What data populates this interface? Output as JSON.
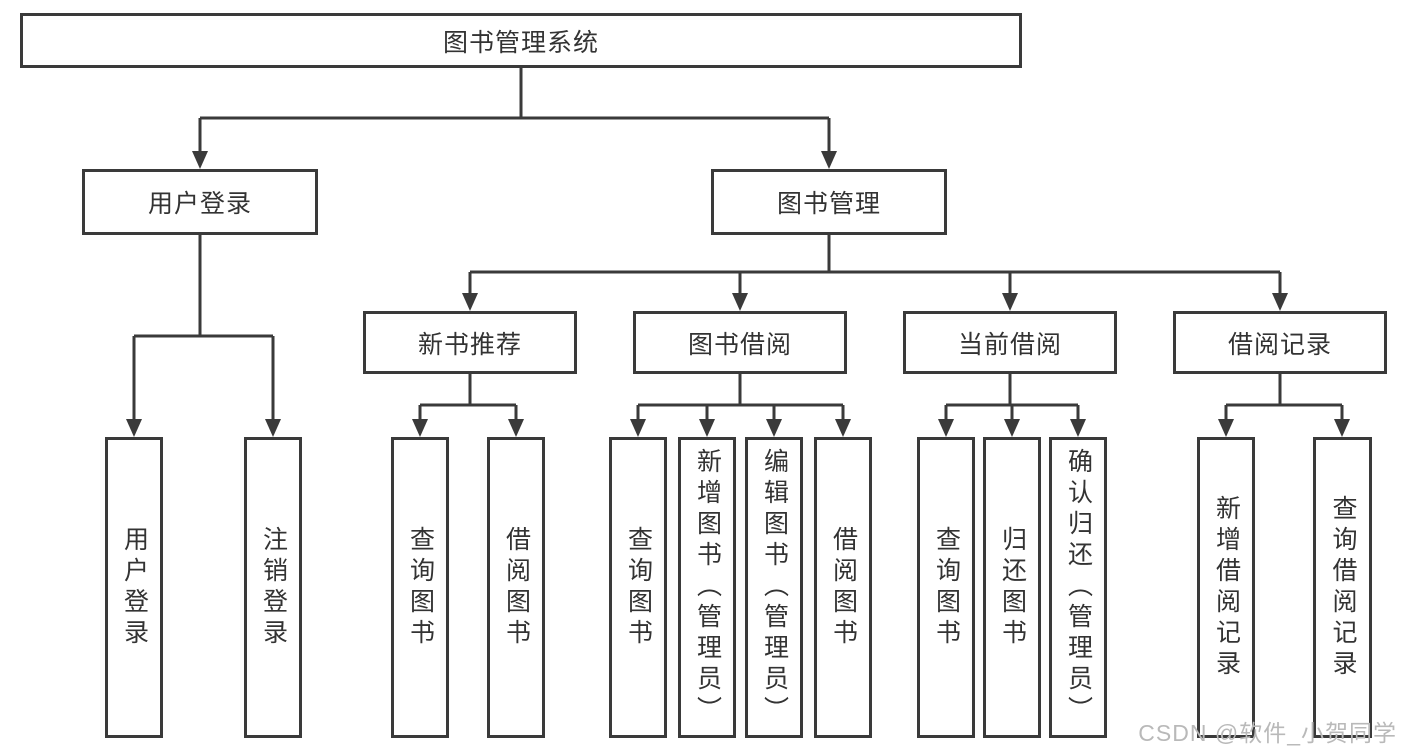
{
  "diagram": {
    "root": {
      "label": "图书管理系统"
    },
    "branches": [
      {
        "label": "用户登录",
        "children": [
          {
            "label": "用户登录"
          },
          {
            "label": "注销登录"
          }
        ]
      },
      {
        "label": "图书管理",
        "children": [
          {
            "label": "新书推荐",
            "children": [
              {
                "label": "查询图书"
              },
              {
                "label": "借阅图书"
              }
            ]
          },
          {
            "label": "图书借阅",
            "children": [
              {
                "label": "查询图书"
              },
              {
                "label": "新增图书（管理员）"
              },
              {
                "label": "编辑图书（管理员）"
              },
              {
                "label": "借阅图书"
              }
            ]
          },
          {
            "label": "当前借阅",
            "children": [
              {
                "label": "查询图书"
              },
              {
                "label": "归还图书"
              },
              {
                "label": "确认归还（管理员）"
              }
            ]
          },
          {
            "label": "借阅记录",
            "children": [
              {
                "label": "新增借阅记录"
              },
              {
                "label": "查询借阅记录"
              }
            ]
          }
        ]
      }
    ]
  },
  "watermark": "CSDN @软件_小贺同学",
  "colors": {
    "line": "#3a3a3a",
    "text": "#333333",
    "background": "#ffffff",
    "watermark": "#b9b9b9"
  }
}
